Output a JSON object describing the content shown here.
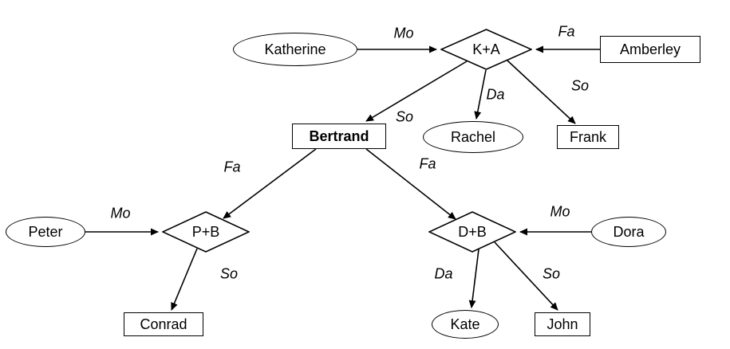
{
  "diagram": {
    "type": "family-tree-graph",
    "colors": {
      "stroke": "#000000",
      "background": "#ffffff"
    },
    "nodes": [
      {
        "id": "katherine",
        "label": "Katherine",
        "shape": "ellipse"
      },
      {
        "id": "k-plus-a",
        "label": "K+A",
        "shape": "diamond"
      },
      {
        "id": "amberley",
        "label": "Amberley",
        "shape": "rect"
      },
      {
        "id": "bertrand",
        "label": "Bertrand",
        "shape": "rect-bold"
      },
      {
        "id": "rachel",
        "label": "Rachel",
        "shape": "ellipse"
      },
      {
        "id": "frank",
        "label": "Frank",
        "shape": "rect"
      },
      {
        "id": "peter",
        "label": "Peter",
        "shape": "ellipse"
      },
      {
        "id": "p-plus-b",
        "label": "P+B",
        "shape": "diamond"
      },
      {
        "id": "d-plus-b",
        "label": "D+B",
        "shape": "diamond"
      },
      {
        "id": "dora",
        "label": "Dora",
        "shape": "ellipse"
      },
      {
        "id": "conrad",
        "label": "Conrad",
        "shape": "rect"
      },
      {
        "id": "kate",
        "label": "Kate",
        "shape": "ellipse"
      },
      {
        "id": "john",
        "label": "John",
        "shape": "rect"
      }
    ],
    "edges": [
      {
        "from": "Katherine",
        "to": "K+A",
        "label": "Mo"
      },
      {
        "from": "Amberley",
        "to": "K+A",
        "label": "Fa"
      },
      {
        "from": "K+A",
        "to": "Bertrand",
        "label": "So"
      },
      {
        "from": "K+A",
        "to": "Rachel",
        "label": "Da"
      },
      {
        "from": "K+A",
        "to": "Frank",
        "label": "So"
      },
      {
        "from": "Bertrand",
        "to": "P+B",
        "label": "Fa"
      },
      {
        "from": "Bertrand",
        "to": "D+B",
        "label": "Fa"
      },
      {
        "from": "Peter",
        "to": "P+B",
        "label": "Mo"
      },
      {
        "from": "Dora",
        "to": "D+B",
        "label": "Mo"
      },
      {
        "from": "P+B",
        "to": "Conrad",
        "label": "So"
      },
      {
        "from": "D+B",
        "to": "Kate",
        "label": "Da"
      },
      {
        "from": "D+B",
        "to": "John",
        "label": "So"
      }
    ]
  }
}
